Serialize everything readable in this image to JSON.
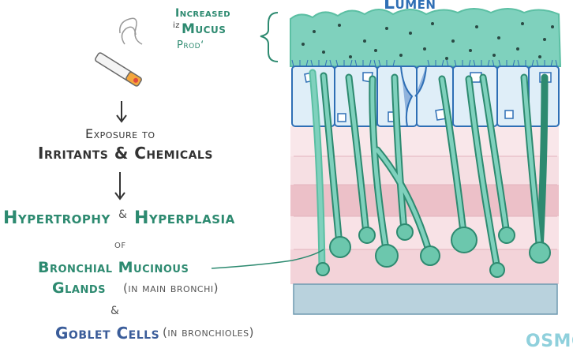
{
  "labels": {
    "exposure": "Exposure to",
    "irritants": "Irritants & Chemicals",
    "hypertrophy": "Hypertrophy",
    "amp1": "&",
    "hyperplasia": "Hyperplasia",
    "of": "of",
    "bronchial": "Bronchial Mucinous",
    "glands": "Glands",
    "glands_note": "(in main bronchi)",
    "amp2": "&",
    "goblet": "Goblet Cells",
    "goblet_note": "(in bronchioles)",
    "mucus_line1": "Increased",
    "mucus_line2": "Mucus",
    "mucus_line3": "Prodʻ",
    "iz": "iz",
    "lumen": "Lumen",
    "logo": "OSMO"
  },
  "colors": {
    "teal": "#5bbfa3",
    "teal_dark": "#2d8a70",
    "cell_fill": "#dfeef8",
    "cell_stroke": "#2f6fb5",
    "mucus_layer": "#7fd1bd",
    "layer_pink": "#f6d7dd",
    "layer_pink2": "#eec4cc",
    "layer_blue": "#b9d2dd"
  },
  "icons": [
    "cigarette-icon",
    "down-arrow-icon",
    "brace-icon"
  ]
}
